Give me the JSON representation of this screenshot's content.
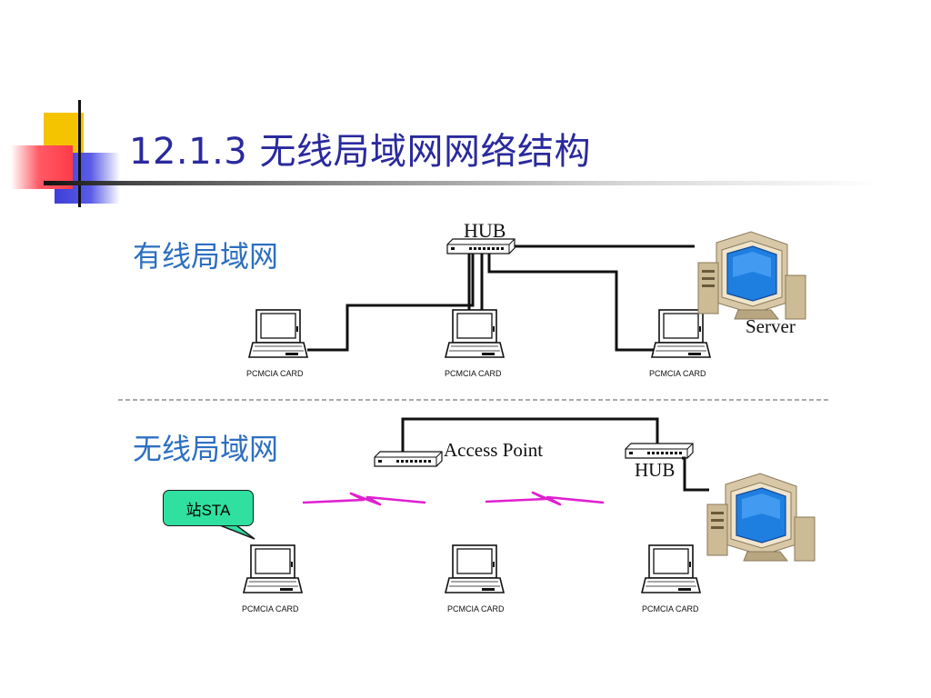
{
  "slide": {
    "title": "12.1.3 无线局域网网络结构"
  },
  "diagram": {
    "wired": {
      "section_label": "有线局域网",
      "hub_label": "HUB",
      "server_label": "Server",
      "laptops": [
        {
          "card_label": "PCMCIA CARD"
        },
        {
          "card_label": "PCMCIA CARD"
        },
        {
          "card_label": "PCMCIA CARD"
        }
      ]
    },
    "wireless": {
      "section_label": "无线局域网",
      "access_point_label": "Access Point",
      "hub_label": "HUB",
      "station_callout": "站STA",
      "laptops": [
        {
          "card_label": "PCMCIA CARD"
        },
        {
          "card_label": "PCMCIA CARD"
        },
        {
          "card_label": "PCMCIA CARD"
        }
      ]
    },
    "colors": {
      "section_label": "#2e6fc0",
      "title": "#2a2a9e",
      "wireless_signal": "#e020d0",
      "callout_fill": "#2fe0a0",
      "monitor_screen": "#1f7fe0",
      "server_body": "#d8c8a8"
    }
  }
}
